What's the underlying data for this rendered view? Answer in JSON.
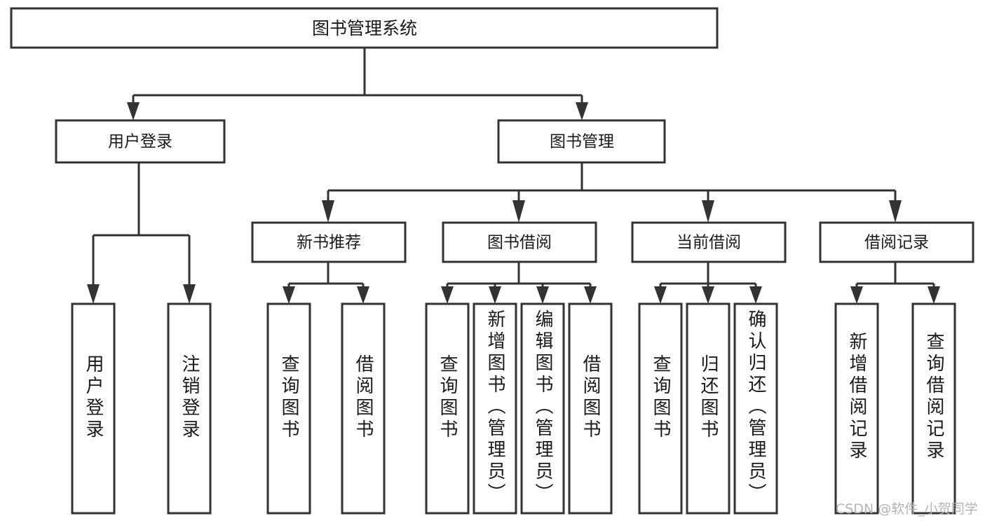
{
  "diagram": {
    "title": "图书管理系统",
    "type": "tree-hierarchy-diagram",
    "colors": {
      "stroke": "#333333",
      "fill": "#ffffff",
      "text": "#1a1a1a",
      "watermark": "#b4b4b4"
    },
    "root": {
      "label": "图书管理系统"
    },
    "level2": [
      {
        "label": "用户登录"
      },
      {
        "label": "图书管理"
      }
    ],
    "level3": [
      {
        "label": "新书推荐"
      },
      {
        "label": "图书借阅"
      },
      {
        "label": "当前借阅"
      },
      {
        "label": "借阅记录"
      }
    ],
    "leaves_user_login": [
      {
        "label": "用户登录"
      },
      {
        "label": "注销登录"
      }
    ],
    "leaves_new_book": [
      {
        "label": "查询图书"
      },
      {
        "label": "借阅图书"
      }
    ],
    "leaves_borrow": [
      {
        "label": "查询图书"
      },
      {
        "label": "新增图书（管理员）"
      },
      {
        "label": "编辑图书（管理员）"
      },
      {
        "label": "借阅图书"
      }
    ],
    "leaves_current": [
      {
        "label": "查询图书"
      },
      {
        "label": "归还图书"
      },
      {
        "label": "确认归还（管理员）"
      }
    ],
    "leaves_records": [
      {
        "label": "新增借阅记录"
      },
      {
        "label": "查询借阅记录"
      }
    ]
  },
  "watermark": {
    "text": "CSDN @软件_小贺同学"
  }
}
